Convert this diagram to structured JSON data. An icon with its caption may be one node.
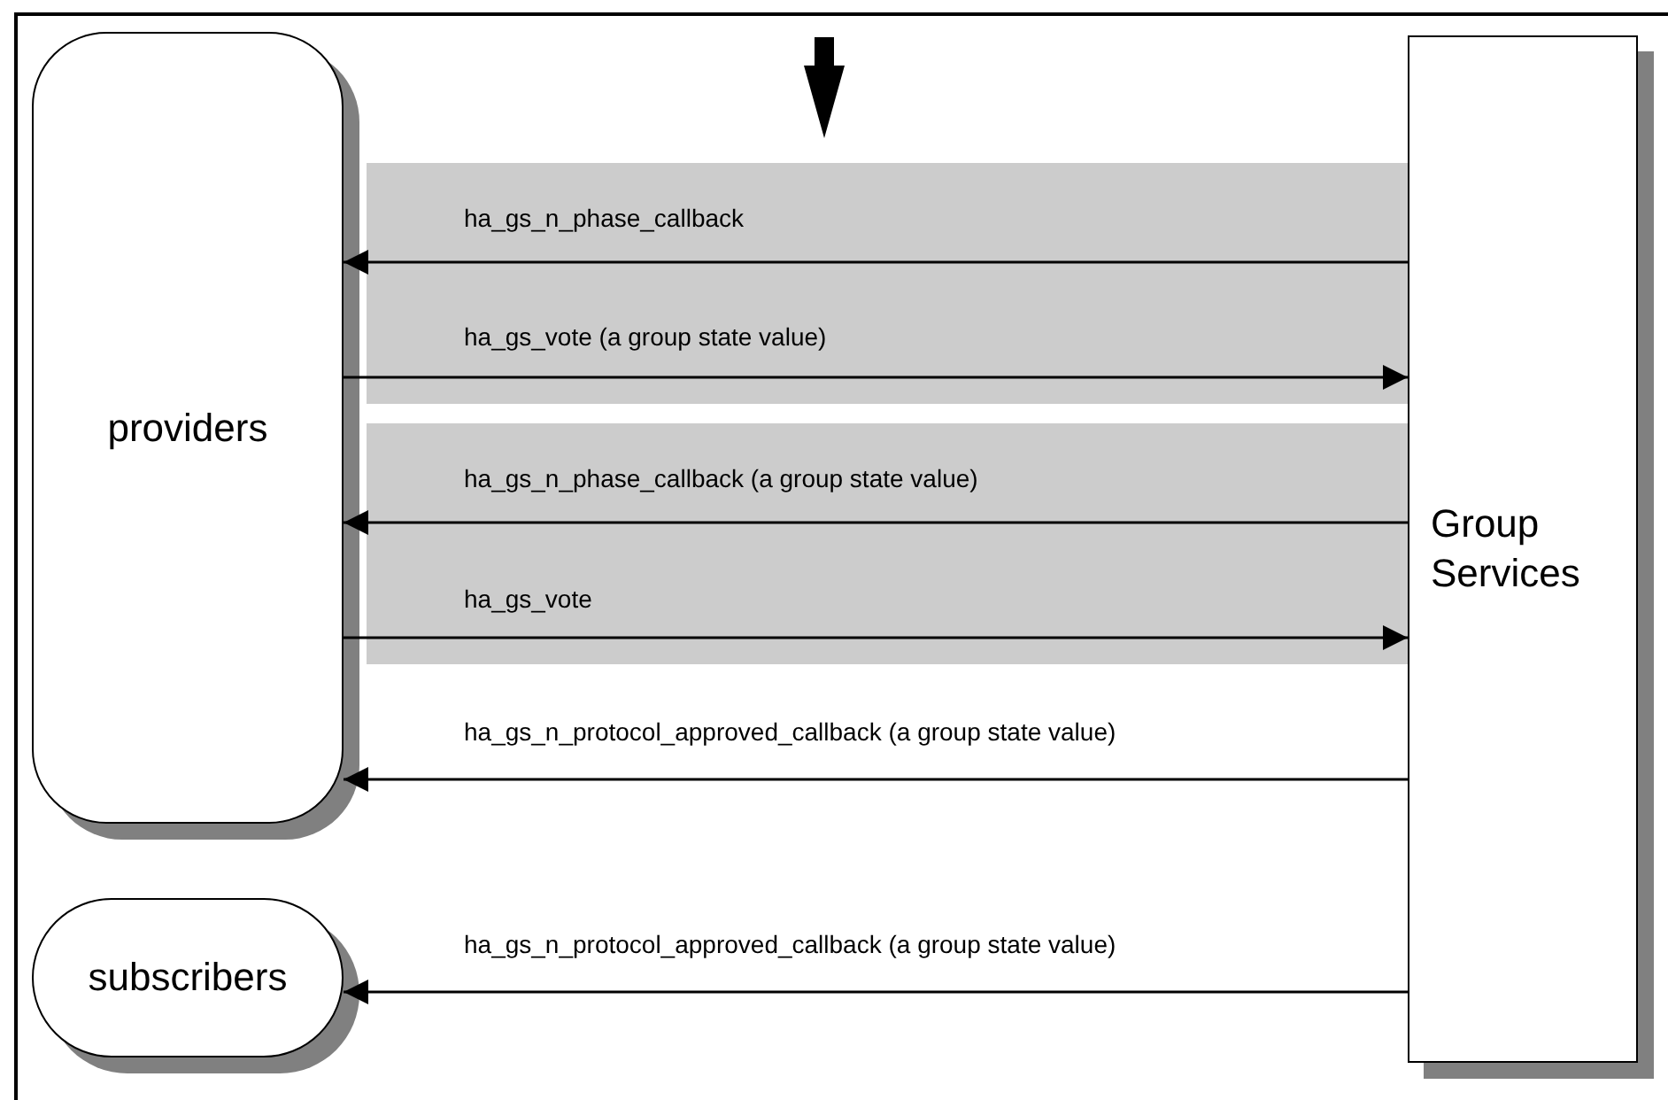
{
  "diagram": {
    "nodes": [
      {
        "text": [
          "providers"
        ]
      },
      {
        "text": [
          "Group Services"
        ]
      },
      {
        "text": [
          "subscribers"
        ]
      }
    ],
    "edges": [
      {
        "from": 1,
        "to": 0,
        "arrow": "to",
        "label": "ha_gs_n_phase_callback"
      },
      {
        "from": 0,
        "to": 1,
        "arrow": "to",
        "label": "ha_gs_vote (a group state value)"
      },
      {
        "from": 1,
        "to": 0,
        "arrow": "to",
        "label": "ha_gs_n_phase_callback (a group state value)"
      },
      {
        "from": 0,
        "to": 1,
        "arrow": "to",
        "label": "ha_gs_vote"
      },
      {
        "from": 1,
        "to": 0,
        "arrow": "to",
        "label": "ha_gs_n_protocol_approved_callback (a group state value)"
      },
      {
        "from": 1,
        "to": 2,
        "arrow": "to",
        "label": "ha_gs_n_protocol_approved_callback (a group state value)"
      }
    ]
  }
}
